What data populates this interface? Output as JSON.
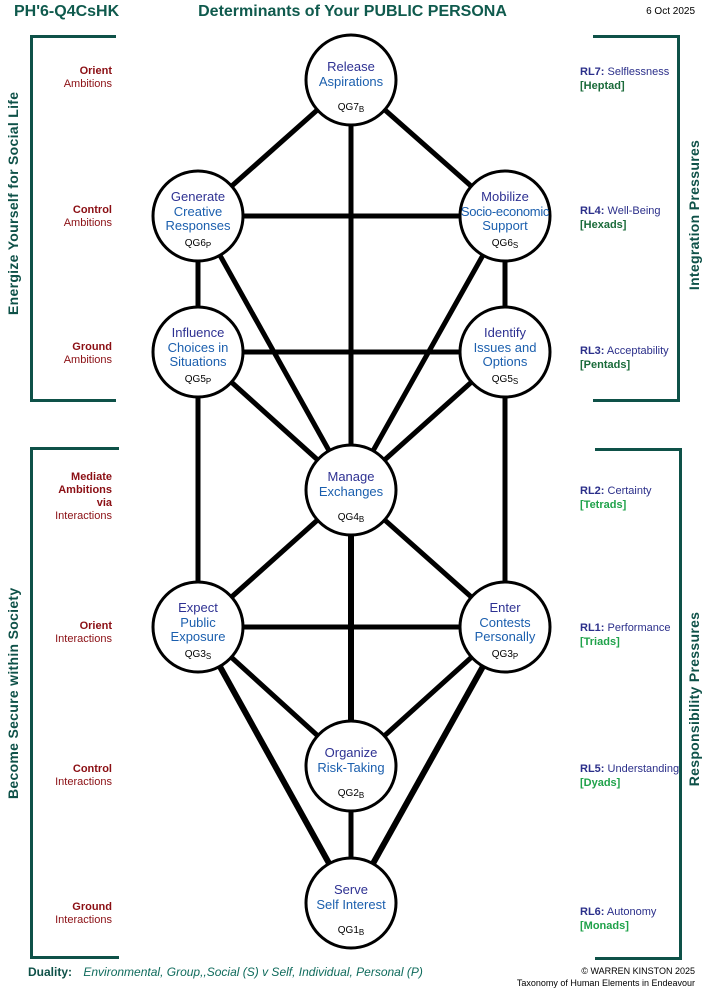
{
  "header": {
    "code": "PH'6-Q4CsHK",
    "title": "Determinants of Your PUBLIC PERSONA",
    "date": "6 Oct 2025"
  },
  "left_groups": [
    {
      "label": "Energize Yourself for Social Life",
      "levels": [
        {
          "bold": "Orient",
          "normal": "Ambitions"
        },
        {
          "bold": "Control",
          "normal": "Ambitions"
        },
        {
          "bold": "Ground",
          "normal": "Ambitions"
        }
      ]
    },
    {
      "label": "Become Secure within Society",
      "levels": [
        {
          "bold": "Mediate",
          "bold2": "Ambitions",
          "bold3": "via",
          "normal": "Interactions"
        },
        {
          "bold": "Orient",
          "normal": "Interactions"
        },
        {
          "bold": "Control",
          "normal": "Interactions"
        },
        {
          "bold": "Ground",
          "normal": "Interactions"
        }
      ]
    }
  ],
  "right_groups": [
    {
      "label": "Integration Pressures",
      "levels": [
        {
          "code": "RL7:",
          "name": "Selflessness",
          "tag": "[Heptad]"
        },
        {
          "code": "RL4:",
          "name": "Well-Being",
          "tag": "[Hexads]"
        },
        {
          "code": "RL3:",
          "name": "Acceptability",
          "tag": "[Pentads]"
        }
      ]
    },
    {
      "label": "Responsibility Pressures",
      "levels": [
        {
          "code": "RL2:",
          "name": "Certainty",
          "tag": "[Tetrads]"
        },
        {
          "code": "RL1:",
          "name": "Performance",
          "tag": "[Triads]"
        },
        {
          "code": "RL5:",
          "name": "Understanding",
          "tag": "[Dyads]"
        },
        {
          "code": "RL6:",
          "name": "Autonomy",
          "tag": "[Monads]"
        }
      ]
    }
  ],
  "colors": {
    "teal": "#0e5148",
    "maroon": "#8b0f14",
    "navy": "#2e3192",
    "blue": "#1b5fae",
    "tag_dark_green": "#1a6b3a",
    "tag_bright_green": "#1fa24a"
  },
  "nodes": [
    {
      "id": "qg7b",
      "lines": [
        "Release",
        "Aspirations"
      ],
      "code": "QG7",
      "sub": "B"
    },
    {
      "id": "qg6p",
      "lines": [
        "Generate",
        "Creative",
        "Responses"
      ],
      "code": "QG6",
      "sub": "P"
    },
    {
      "id": "qg6s",
      "lines": [
        "Mobilize",
        "Socio-economic",
        "Support"
      ],
      "code": "QG6",
      "sub": "S"
    },
    {
      "id": "qg5p",
      "lines": [
        "Influence",
        "Choices in",
        "Situations"
      ],
      "code": "QG5",
      "sub": "P"
    },
    {
      "id": "qg5s",
      "lines": [
        "Identify",
        "Issues and",
        "Options"
      ],
      "code": "QG5",
      "sub": "S"
    },
    {
      "id": "qg4b",
      "lines": [
        "Manage",
        "Exchanges"
      ],
      "code": "QG4",
      "sub": "B"
    },
    {
      "id": "qg3s",
      "lines": [
        "Expect",
        "Public",
        "Exposure"
      ],
      "code": "QG3",
      "sub": "S"
    },
    {
      "id": "qg3p",
      "lines": [
        "Enter",
        "Contests",
        "Personally"
      ],
      "code": "QG3",
      "sub": "P"
    },
    {
      "id": "qg2b",
      "lines": [
        "Organize",
        "Risk-Taking"
      ],
      "code": "QG2",
      "sub": "B"
    },
    {
      "id": "qg1b",
      "lines": [
        "Serve",
        "Self Interest"
      ],
      "code": "QG1",
      "sub": "B"
    }
  ],
  "edges": [
    [
      "qg7b",
      "qg6p"
    ],
    [
      "qg7b",
      "qg6s"
    ],
    [
      "qg7b",
      "qg4b"
    ],
    [
      "qg6p",
      "qg6s"
    ],
    [
      "qg6p",
      "qg5p"
    ],
    [
      "qg6p",
      "qg4b"
    ],
    [
      "qg6s",
      "qg5s"
    ],
    [
      "qg6s",
      "qg4b"
    ],
    [
      "qg5p",
      "qg5s"
    ],
    [
      "qg5p",
      "qg4b"
    ],
    [
      "qg5p",
      "qg3s"
    ],
    [
      "qg5s",
      "qg4b"
    ],
    [
      "qg5s",
      "qg3p"
    ],
    [
      "qg4b",
      "qg3s"
    ],
    [
      "qg4b",
      "qg3p"
    ],
    [
      "qg4b",
      "qg2b"
    ],
    [
      "qg3s",
      "qg3p"
    ],
    [
      "qg3s",
      "qg2b"
    ],
    [
      "qg3s",
      "qg1b"
    ],
    [
      "qg3p",
      "qg2b"
    ],
    [
      "qg3p",
      "qg1b"
    ],
    [
      "qg2b",
      "qg1b"
    ]
  ],
  "footer": {
    "duality_label": "Duality:",
    "duality_text": "Environmental, Group,,Social (S) v  Self, Individual, Personal (P)",
    "copyright": "© WARREN KINSTON 2025",
    "taxonomy": "Taxonomy of Human Elements in Endeavour"
  }
}
